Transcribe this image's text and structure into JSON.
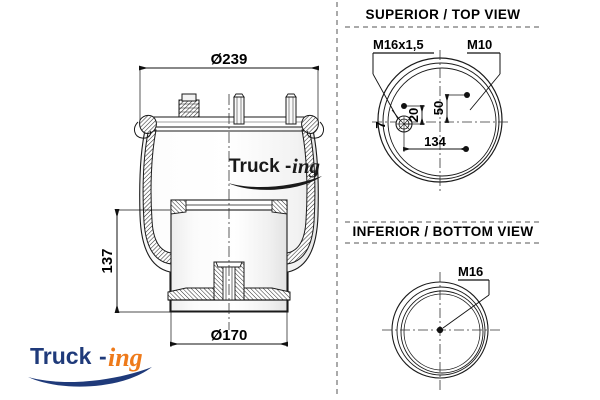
{
  "document": {
    "type": "technical-drawing",
    "subject": "air-spring-bellow",
    "background_color": "#ffffff",
    "line_color": "#1a1a1a"
  },
  "panels": {
    "top_view": {
      "title": "SUPERIOR / TOP VIEW"
    },
    "bottom_view": {
      "title": "INFERIOR / BOTTOM VIEW"
    }
  },
  "main_view": {
    "dimensions": {
      "outer_diameter": "Ø239",
      "piston_diameter": "Ø170",
      "height": "137"
    },
    "watermark": {
      "part1": "Truck",
      "dash": "-",
      "part2": "ing"
    }
  },
  "top_view": {
    "labels": {
      "thread_center": "M16x1,5",
      "thread_stud": "M10"
    },
    "dimensions": {
      "offset_vertical": "50",
      "offset_horizontal": "20",
      "bolt_spacing": "134",
      "small_offset": "7"
    }
  },
  "bottom_view": {
    "labels": {
      "thread_center": "M16"
    }
  },
  "brand_logo": {
    "part1": "Truck",
    "dash": "-",
    "part2": "ing",
    "color_primary": "#1f3a7a",
    "color_accent": "#ee7a1a"
  }
}
